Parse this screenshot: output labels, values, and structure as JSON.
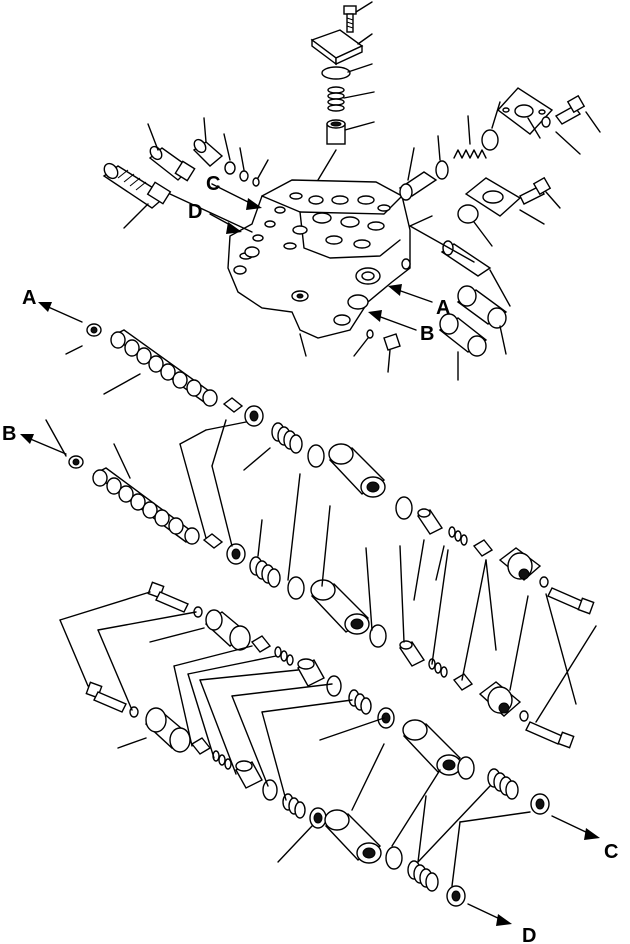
{
  "labels": {
    "A_left": "A",
    "B_left": "B",
    "C_top": "C",
    "D_top": "D",
    "A_right": "A",
    "B_right": "B",
    "C_bottom": "C",
    "D_bottom": "D"
  }
}
